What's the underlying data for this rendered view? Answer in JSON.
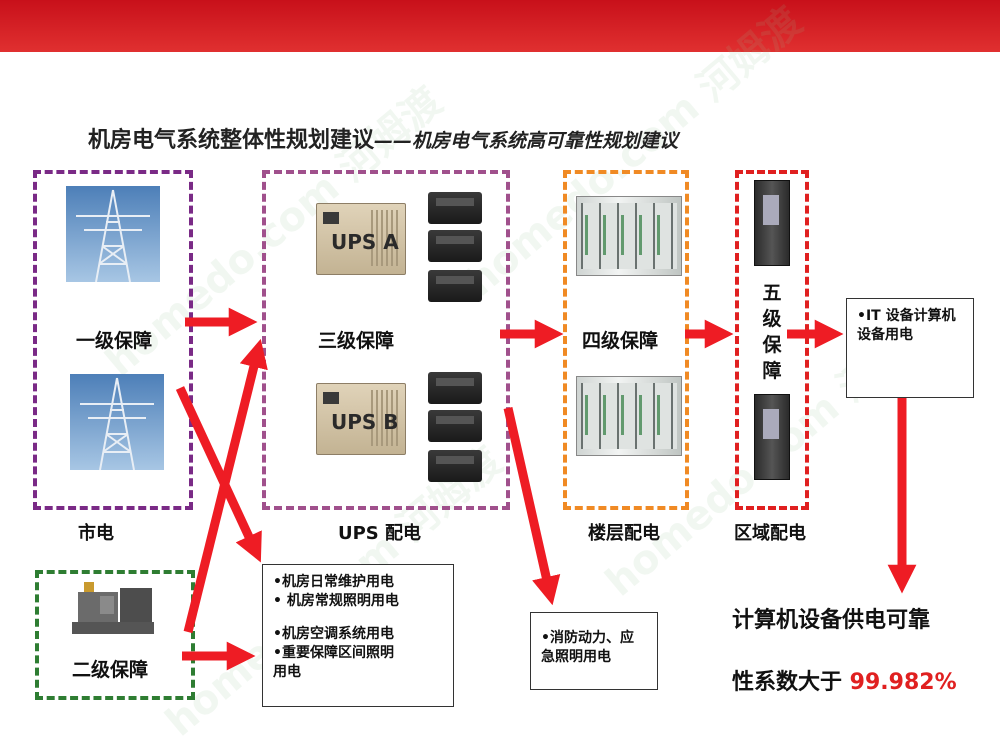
{
  "title": {
    "main": "机房电气系统整体性规划建议",
    "sub": "——机房电气系统高可靠性规划建议"
  },
  "labels": {
    "level1": "一级保障",
    "level2": "二级保障",
    "level3": "三级保障",
    "level4": "四级保障",
    "level5": [
      "五",
      "级",
      "保",
      "障"
    ]
  },
  "captions": {
    "mains": "市电",
    "ups_dist": "UPS 配电",
    "floor_dist": "楼层配电",
    "zone_dist": "区域配电"
  },
  "equipment": {
    "ups_a": "UPS A",
    "ups_b": "UPS B"
  },
  "notes": {
    "it_load": [
      "•IT 设备计算机",
      "设备用电"
    ],
    "maint": [
      "•机房日常维护用电",
      "•  机房常规照明用电"
    ],
    "hvac": [
      "•机房空调系统用电",
      "•重要保障区间照明",
      "用电"
    ],
    "fire": [
      "•消防动力、应",
      "急照明用电"
    ]
  },
  "conclusion": {
    "line1": "计算机设备供电可靠",
    "line2_prefix": "性系数大于 ",
    "line2_value": "99.982%"
  },
  "watermark": "homedo.com 河姆渡",
  "colors": {
    "header": "#d41a22",
    "arrow": "#ee1c24",
    "box_mains": "#7a2a86",
    "box_ups": "#a0508c",
    "box_floor": "#f08a24",
    "box_zone": "#e02020",
    "box_generator": "#2e7d32",
    "value": "#e02020"
  }
}
